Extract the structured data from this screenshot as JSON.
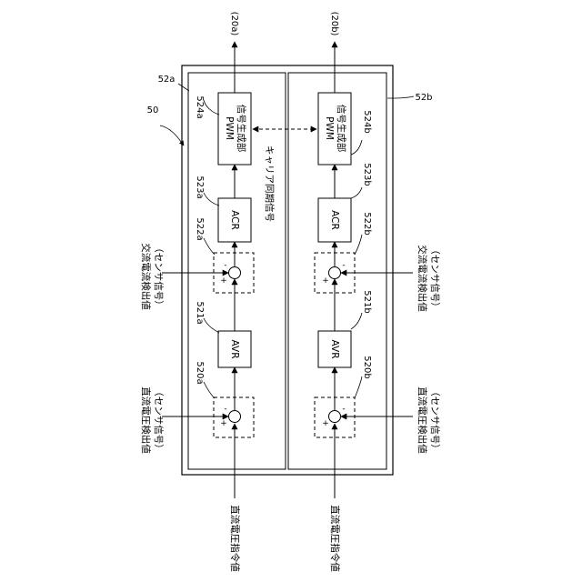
{
  "outputs": {
    "a": "(20a)",
    "b": "(20b)"
  },
  "refs": {
    "controller": "50",
    "unit_a": "52a",
    "unit_b": "52b",
    "pwm_a": "524a",
    "pwm_b": "524b",
    "acr_a": "523a",
    "acr_b": "523b",
    "sum2_a": "522a",
    "sum2_b": "522b",
    "avr_a": "521a",
    "avr_b": "521b",
    "sum1_a": "520a",
    "sum1_b": "520b"
  },
  "blocks": {
    "pwm_line1": "PWM",
    "pwm_line2": "信号生成部",
    "acr": "ACR",
    "avr": "AVR"
  },
  "signals": {
    "carrier_sync": "キャリア同期信号",
    "ac_detect": "交流電流検出値",
    "ac_detect_sub": "（センサ信号）",
    "dc_detect": "直流電圧検出値",
    "dc_detect_sub": "（センサ信号）",
    "dc_command": "直流電圧指令値"
  },
  "signs": {
    "plus": "+",
    "minus": "-"
  }
}
